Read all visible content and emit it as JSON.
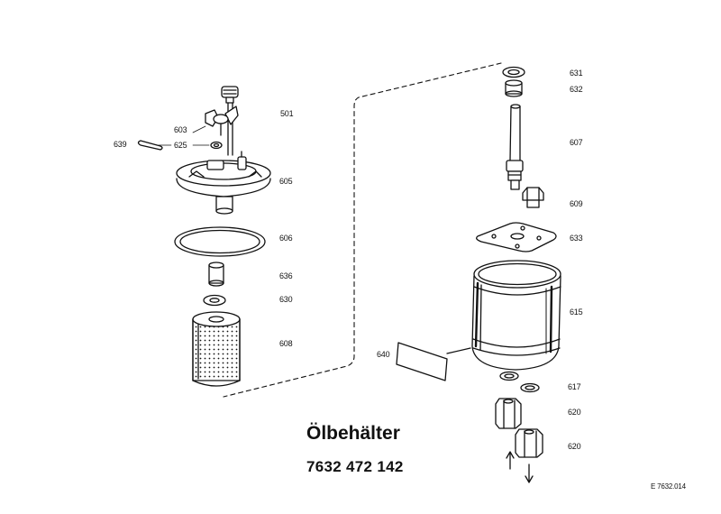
{
  "title": "Ölbehälter",
  "part_number": "7632 472 142",
  "drawing_ref": "E 7632.014",
  "colors": {
    "ink": "#111111",
    "paper": "#ffffff"
  },
  "callouts": {
    "p501": "501",
    "p603": "603",
    "p639": "639",
    "p625": "625",
    "p605": "605",
    "p606": "606",
    "p636": "636",
    "p630": "630",
    "p608": "608",
    "p631": "631",
    "p632": "632",
    "p607": "607",
    "p609": "609",
    "p633": "633",
    "p615": "615",
    "p640": "640",
    "p617": "617",
    "p620a": "620",
    "p620b": "620"
  }
}
